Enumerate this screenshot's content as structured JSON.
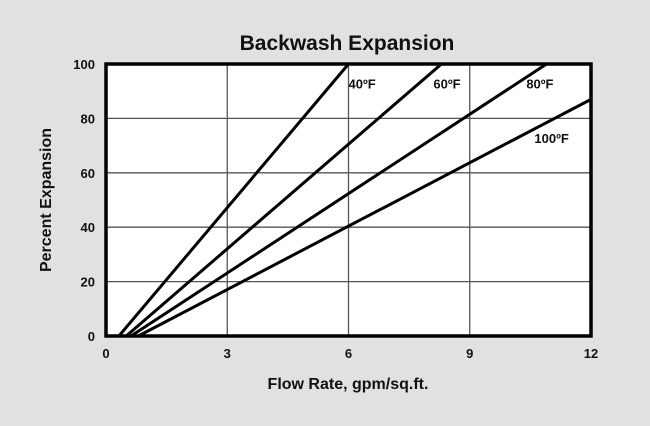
{
  "chart_data": {
    "type": "line",
    "title": "Backwash Expansion",
    "xlabel": "Flow Rate, gpm/sq.ft.",
    "ylabel": "Percent Expansion",
    "xlim": [
      0,
      12
    ],
    "ylim": [
      0,
      100
    ],
    "xticks": [
      0,
      3,
      6,
      9,
      12
    ],
    "yticks": [
      0,
      20,
      40,
      60,
      80,
      100
    ],
    "grid": true,
    "legend": "inline labels near line ends",
    "series": [
      {
        "name": "40ºF",
        "x": [
          0.32,
          6.0
        ],
        "y": [
          0,
          100
        ]
      },
      {
        "name": "60ºF",
        "x": [
          0.5,
          8.3
        ],
        "y": [
          0,
          100
        ]
      },
      {
        "name": "80ºF",
        "x": [
          0.62,
          10.9
        ],
        "y": [
          0,
          100
        ]
      },
      {
        "name": "100ºF",
        "x": [
          0.8,
          12.0
        ],
        "y": [
          0,
          87
        ]
      }
    ],
    "labels": [
      {
        "text": "40ºF",
        "x": 6.0,
        "y": 91
      },
      {
        "text": "60ºF",
        "x": 8.1,
        "y": 91
      },
      {
        "text": "80ºF",
        "x": 10.4,
        "y": 91
      },
      {
        "text": "100ºF",
        "x": 10.6,
        "y": 71
      }
    ]
  },
  "colors": {
    "background": "#e1e1e1",
    "plot_background": "#ffffff",
    "line": "#000000",
    "grid": "#555555"
  }
}
